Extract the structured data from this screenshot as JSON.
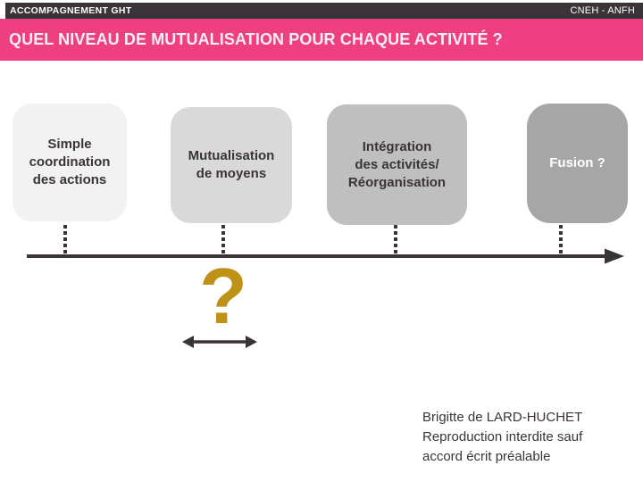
{
  "header": {
    "left_label": "ACCOMPAGNEMENT GHT",
    "right_label": "CNEH - ANFH",
    "bg": "#3A3438"
  },
  "banner": {
    "title": "QUEL NIVEAU DE MUTUALISATION POUR CHAQUE ACTIVITÉ ?",
    "bg": "#EE3F80",
    "text_color": "#FBEFF4"
  },
  "diagram": {
    "levels": [
      {
        "label": "Simple\ncoordination\ndes actions",
        "bg": "#F2F2F2",
        "text_color": "#3A3438"
      },
      {
        "label": "Mutualisation\nde moyens",
        "bg": "#D9D9D9",
        "text_color": "#3A3438"
      },
      {
        "label": "Intégration\ndes activités/\nRéorganisation",
        "bg": "#BFBFBF",
        "text_color": "#3A3438"
      },
      {
        "label": "Fusion ?",
        "bg": "#A6A6A6",
        "text_color": "#FFFFFF"
      }
    ],
    "axis_color": "#3A3438",
    "question_mark": {
      "glyph": "?",
      "color": "#BE9117"
    }
  },
  "footer": {
    "credit": "Brigitte de LARD-HUCHET\nReproduction interdite sauf\naccord écrit préalable"
  }
}
